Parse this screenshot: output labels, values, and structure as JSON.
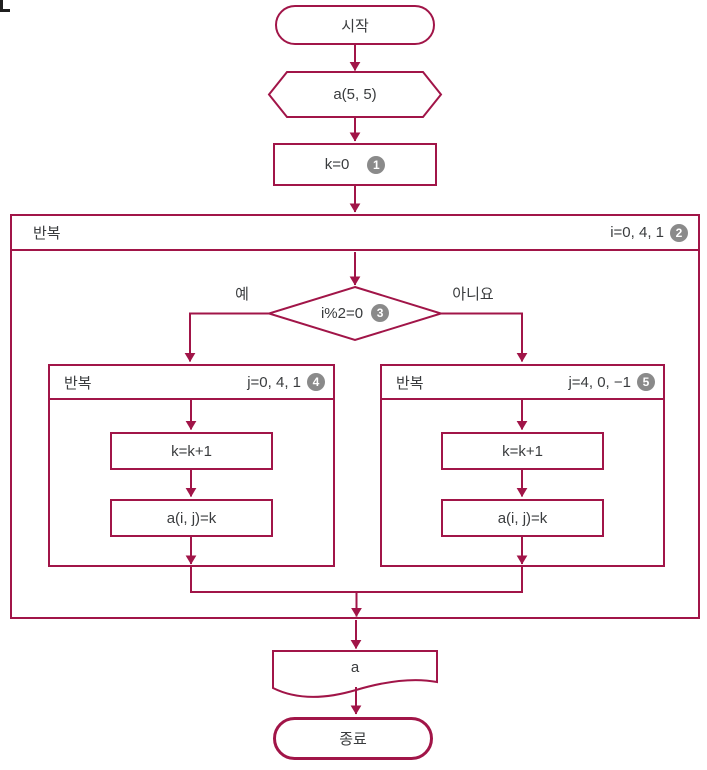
{
  "colors": {
    "accent": "#A11548",
    "text": "#3A3C3E",
    "badge_bg": "#8A8A8A",
    "badge_text": "#FFFFFF"
  },
  "diagram": {
    "start": {
      "label": "시작"
    },
    "declare": {
      "label": "a(5, 5)"
    },
    "init": {
      "label": "k=0",
      "badge": "1"
    },
    "outer_loop": {
      "keyword": "반복",
      "range": "i=0, 4, 1",
      "badge": "2"
    },
    "decision": {
      "condition": "i%2=0",
      "badge": "3",
      "yes": "예",
      "no": "아니요"
    },
    "left_loop": {
      "keyword": "반복",
      "range": "j=0, 4, 1",
      "badge": "4",
      "steps": [
        {
          "label": "k=k+1"
        },
        {
          "label": "a(i, j)=k"
        }
      ]
    },
    "right_loop": {
      "keyword": "반복",
      "range": "j=4, 0, −1",
      "badge": "5",
      "steps": [
        {
          "label": "k=k+1"
        },
        {
          "label": "a(i, j)=k"
        }
      ]
    },
    "output": {
      "label": "a"
    },
    "end": {
      "label": "종료"
    }
  }
}
